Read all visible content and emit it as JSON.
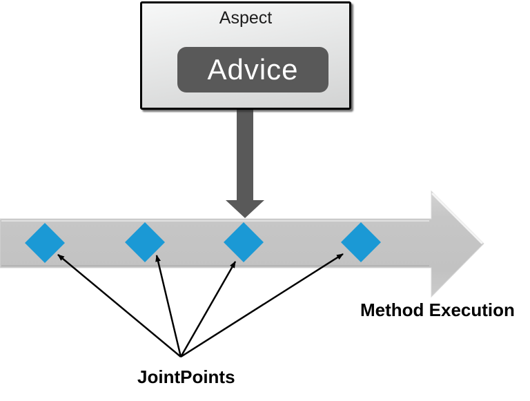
{
  "diagram": {
    "aspect": {
      "label": "Aspect"
    },
    "advice": {
      "label": "Advice"
    },
    "method_execution": {
      "label": "Method Execution"
    },
    "jointpoints": {
      "label": "JointPoints",
      "count": 4
    }
  },
  "colors": {
    "diamond_blue": "#1b99d5",
    "dark_gray": "#595959",
    "bar_gray": "#c5c5c5",
    "line_black": "#000000",
    "box_bg_top": "#f7f8f8",
    "box_bg_bottom": "#d2d3d3",
    "advice_text": "#ffffff",
    "label_text": "#000000"
  }
}
